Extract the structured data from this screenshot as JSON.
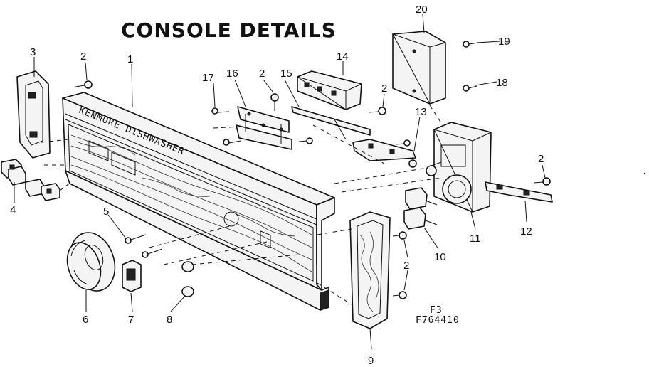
{
  "diagram": {
    "title": "CONSOLE DETAILS",
    "figure_codes": [
      "F3",
      "F764410"
    ],
    "callouts": [
      {
        "id": "c1",
        "label": "1"
      },
      {
        "id": "c2a",
        "label": "2"
      },
      {
        "id": "c2b",
        "label": "2"
      },
      {
        "id": "c2c",
        "label": "2"
      },
      {
        "id": "c2d",
        "label": "2"
      },
      {
        "id": "c2e",
        "label": "2"
      },
      {
        "id": "c3",
        "label": "3"
      },
      {
        "id": "c4",
        "label": "4"
      },
      {
        "id": "c5",
        "label": "5"
      },
      {
        "id": "c6",
        "label": "6"
      },
      {
        "id": "c7",
        "label": "7"
      },
      {
        "id": "c8",
        "label": "8"
      },
      {
        "id": "c9",
        "label": "9"
      },
      {
        "id": "c10",
        "label": "10"
      },
      {
        "id": "c11",
        "label": "11"
      },
      {
        "id": "c12",
        "label": "12"
      },
      {
        "id": "c13",
        "label": "13"
      },
      {
        "id": "c14",
        "label": "14"
      },
      {
        "id": "c15",
        "label": "15"
      },
      {
        "id": "c16",
        "label": "16"
      },
      {
        "id": "c17",
        "label": "17"
      },
      {
        "id": "c18",
        "label": "18"
      },
      {
        "id": "c19",
        "label": "19"
      },
      {
        "id": "c20",
        "label": "20"
      }
    ]
  }
}
